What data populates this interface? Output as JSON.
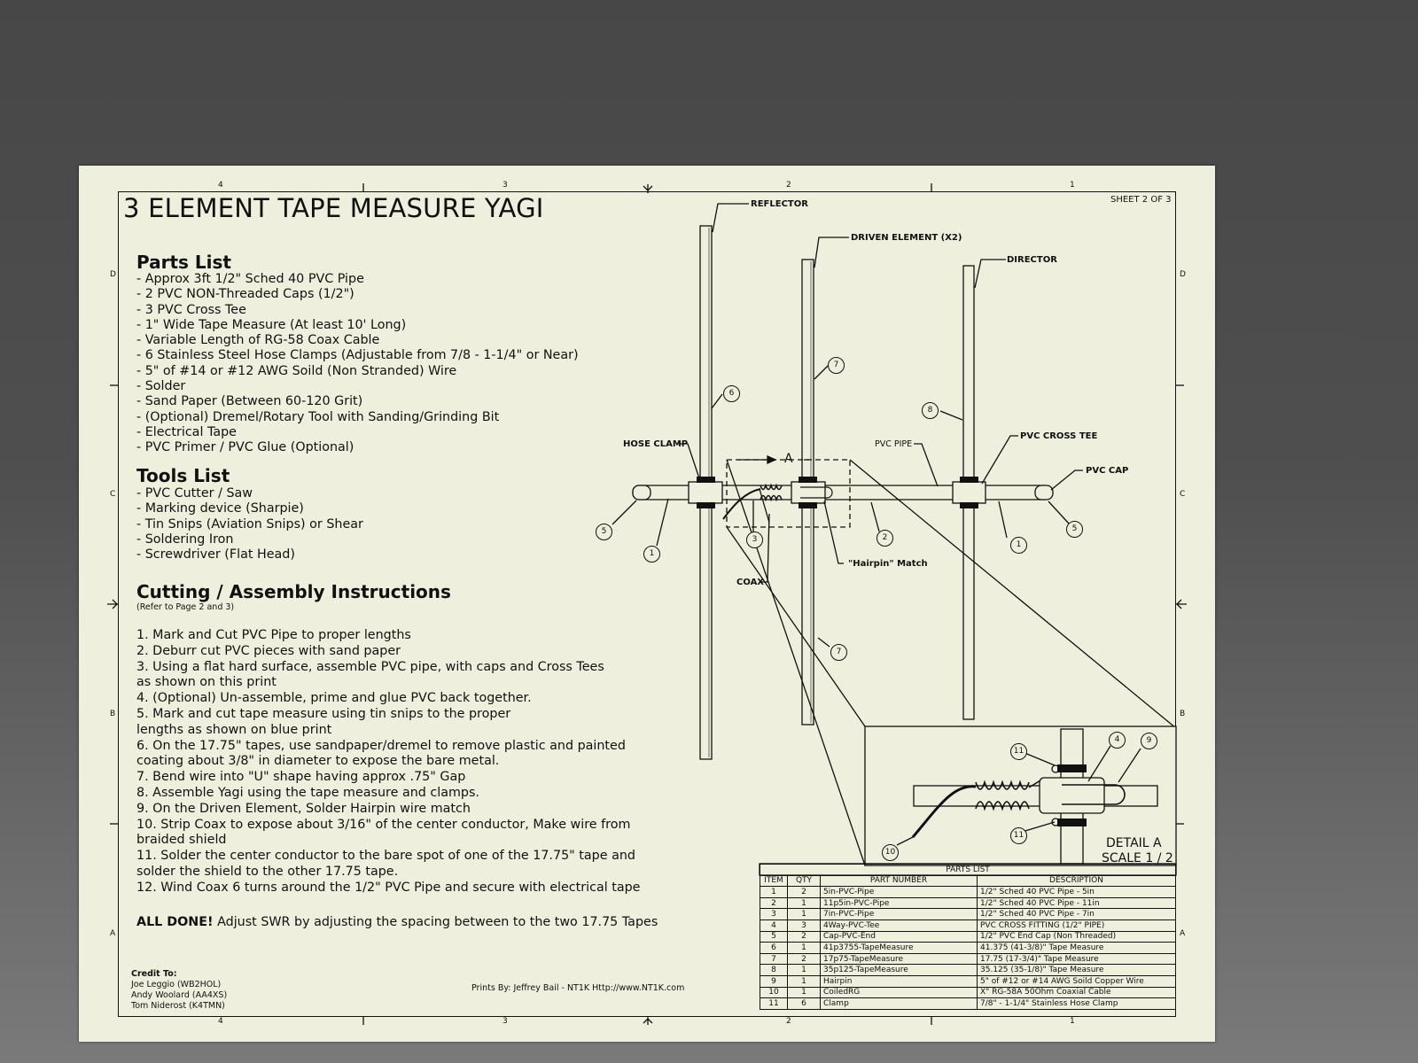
{
  "title": "3 ELEMENT TAPE MEASURE YAGI",
  "sheet": "SHEET 2 OF 3",
  "zones": {
    "top": [
      "4",
      "3",
      "2",
      "1"
    ],
    "side": [
      "D",
      "C",
      "B",
      "A"
    ]
  },
  "parts_list": {
    "heading": "Parts List",
    "items": [
      "- Approx 3ft 1/2\" Sched 40 PVC Pipe",
      "- 2 PVC NON-Threaded Caps (1/2\")",
      "- 3 PVC Cross Tee",
      "- 1\" Wide Tape Measure (At least 10' Long)",
      "- Variable Length of RG-58 Coax Cable",
      "- 6 Stainless Steel Hose Clamps (Adjustable from 7/8 - 1-1/4\" or Near)",
      "- 5\" of #14 or #12 AWG Soild (Non Stranded) Wire",
      "- Solder",
      "- Sand Paper (Between 60-120 Grit)",
      "- (Optional) Dremel/Rotary Tool with Sanding/Grinding Bit",
      "- Electrical Tape",
      "- PVC Primer / PVC Glue (Optional)"
    ]
  },
  "tools_list": {
    "heading": "Tools List",
    "items": [
      "- PVC Cutter / Saw",
      "- Marking device (Sharpie)",
      "- Tin Snips (Aviation Snips) or Shear",
      "- Soldering Iron",
      "- Screwdriver (Flat Head)"
    ]
  },
  "instructions": {
    "heading": "Cutting / Assembly Instructions",
    "note": "(Refer to Page 2 and 3)",
    "steps": [
      "1. Mark and Cut PVC Pipe to proper lengths",
      "2. Deburr cut PVC pieces with sand paper",
      "3. Using a flat hard surface, assemble PVC pipe, with caps and Cross Tees",
      "as shown on this print",
      "4. (Optional) Un-assemble, prime and glue PVC back together.",
      "5. Mark and cut tape measure using tin snips to the proper",
      "lengths as shown on blue print",
      "6. On the 17.75\" tapes, use sandpaper/dremel to remove plastic and painted",
      "coating about 3/8\" in diameter to expose the bare metal.",
      "7. Bend wire into \"U\" shape having approx .75\" Gap",
      "8. Assemble Yagi using the tape measure and clamps.",
      "9. On the Driven Element, Solder Hairpin wire match",
      "10. Strip Coax to expose about 3/16\" of the center conductor, Make wire from",
      "braided shield",
      "11. Solder the center conductor to the bare spot of one of the 17.75\" tape and",
      "solder the shield to the other 17.75 tape.",
      "12. Wind Coax 6 turns around the 1/2\" PVC Pipe and secure with electrical tape"
    ]
  },
  "done": {
    "bold": "ALL DONE!",
    "text": " Adjust SWR by adjusting the spacing between to the two 17.75 Tapes"
  },
  "credits": {
    "heading": "Credit To:",
    "names": [
      "Joe Leggio (WB2HOL)",
      "Andy Woolard (AA4XS)",
      "Tom Niderost (K4TMN)"
    ]
  },
  "prints_by": "Prints By: Jeffrey Bail - NT1K  Http://www.NT1K.com",
  "labels": {
    "reflector": "REFLECTOR",
    "driven": "DRIVEN ELEMENT (X2)",
    "director": "DIRECTOR",
    "hose_clamp": "HOSE CLAMP",
    "pvc_pipe": "PVC PIPE",
    "pvc_cross_tee": "PVC CROSS TEE",
    "pvc_cap": "PVC CAP",
    "hairpin": "\"Hairpin\" Match",
    "coax": "COAX",
    "section_a": "A",
    "detail": "DETAIL  A",
    "scale": "SCALE 1 / 2"
  },
  "balloons": [
    "6",
    "7",
    "8",
    "5",
    "1",
    "3",
    "2",
    "1",
    "5",
    "7",
    "11",
    "4",
    "9",
    "11",
    "10"
  ],
  "bom": {
    "title": "PARTS LIST",
    "headers": [
      "ITEM",
      "QTY",
      "PART NUMBER",
      "DESCRIPTION"
    ],
    "rows": [
      [
        "1",
        "2",
        "5in-PVC-Pipe",
        "1/2\" Sched 40 PVC Pipe - 5in"
      ],
      [
        "2",
        "1",
        "11p5in-PVC-Pipe",
        "1/2\" Sched 40 PVC Pipe - 11in"
      ],
      [
        "3",
        "1",
        "7in-PVC-Pipe",
        "1/2\" Sched 40 PVC Pipe - 7in"
      ],
      [
        "4",
        "3",
        "4Way-PVC-Tee",
        "PVC CROSS FITTING (1/2\" PIPE)"
      ],
      [
        "5",
        "2",
        "Cap-PVC-End",
        "1/2\" PVC End Cap (Non Threaded)"
      ],
      [
        "6",
        "1",
        "41p3755-TapeMeasure",
        "41.375 (41-3/8)\" Tape Measure"
      ],
      [
        "7",
        "2",
        "17p75-TapeMeasure",
        "17.75 (17-3/4)\" Tape Measure"
      ],
      [
        "8",
        "1",
        "35p125-TapeMeasure",
        "35.125 (35-1/8)\" Tape Measure"
      ],
      [
        "9",
        "1",
        "Hairpin",
        "5\" of #12 or #14 AWG Soild Copper Wire"
      ],
      [
        "10",
        "1",
        "CoiledRG",
        "X\" RG-58A 50Ohm Coaxial Cable"
      ],
      [
        "11",
        "6",
        "Clamp",
        "7/8\" - 1-1/4\" Stainless  Hose Clamp"
      ]
    ]
  }
}
